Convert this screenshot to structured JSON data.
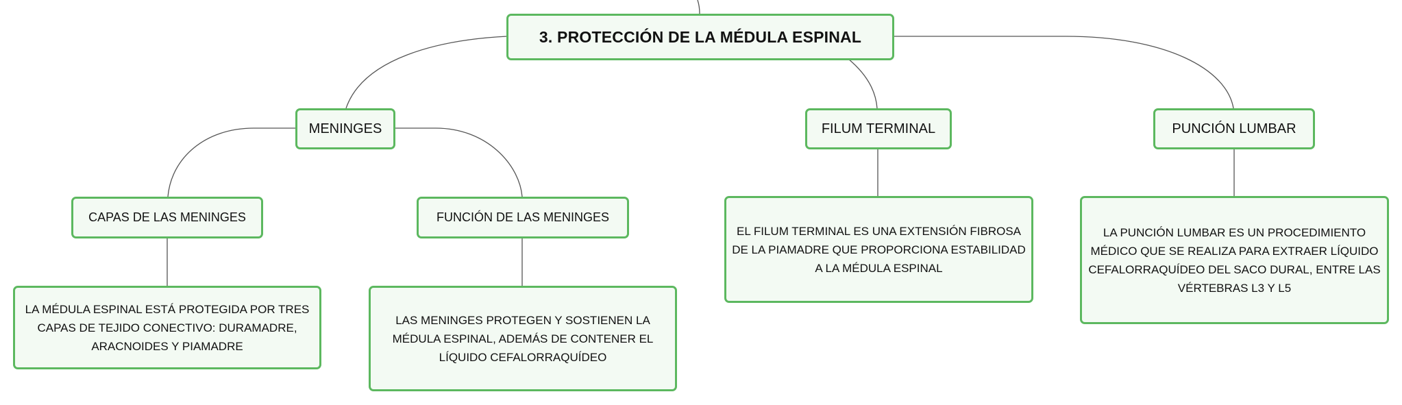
{
  "colors": {
    "node_border": "#5cb85f",
    "node_fill": "#f3faf3",
    "connector": "#555555"
  },
  "root": {
    "label": "3. PROTECCIÓN DE LA MÉDULA ESPINAL"
  },
  "branches": [
    {
      "label": "MENINGES",
      "children": [
        {
          "label": "CAPAS DE LAS MENINGES",
          "detail": "LA MÉDULA ESPINAL ESTÁ PROTEGIDA POR TRES CAPAS DE TEJIDO CONECTIVO: DURAMADRE, ARACNOIDES Y PIAMADRE"
        },
        {
          "label": "FUNCIÓN DE LAS MENINGES",
          "detail": "LAS MENINGES PROTEGEN Y SOSTIENEN LA MÉDULA ESPINAL, ADEMÁS DE CONTENER EL LÍQUIDO CEFALORRAQUÍDEO"
        }
      ]
    },
    {
      "label": "FILUM TERMINAL",
      "detail": "EL FILUM TERMINAL ES UNA EXTENSIÓN FIBROSA DE LA PIAMADRE QUE PROPORCIONA ESTABILIDAD A LA MÉDULA ESPINAL"
    },
    {
      "label": "PUNCIÓN LUMBAR",
      "detail": "LA PUNCIÓN LUMBAR ES UN PROCEDIMIENTO MÉDICO QUE SE REALIZA PARA EXTRAER LÍQUIDO CEFALORRAQUÍDEO DEL SACO DURAL, ENTRE LAS VÉRTEBRAS L3 Y L5"
    }
  ]
}
